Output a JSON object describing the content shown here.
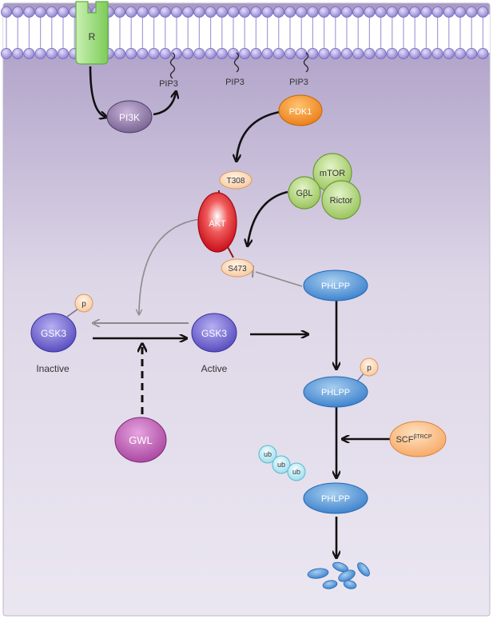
{
  "receptor": {
    "label": "R"
  },
  "pip3": {
    "labels": [
      "PIP3",
      "PIP3",
      "PIP3"
    ]
  },
  "pi3k": {
    "label": "PI3K"
  },
  "pdk1": {
    "label": "PDK1"
  },
  "akt": {
    "label": "AKT",
    "t308": "T308",
    "s473": "S473"
  },
  "mtorc2": {
    "mtor": "mTOR",
    "gbl": "GβL",
    "rictor": "Rictor"
  },
  "gsk3_inactive": {
    "label": "GSK3",
    "state": "Inactive",
    "phospho": "p"
  },
  "gsk3_active": {
    "label": "GSK3",
    "state": "Active"
  },
  "gwl": {
    "label": "GWL"
  },
  "phlpp": {
    "top": "PHLPP",
    "phospho": "PHLPP",
    "phospho_tag": "p",
    "ubiq": "PHLPP",
    "ub_tags": [
      "ub",
      "ub",
      "ub"
    ]
  },
  "scf": {
    "label": "SCF",
    "superscript": "βTRCP"
  }
}
